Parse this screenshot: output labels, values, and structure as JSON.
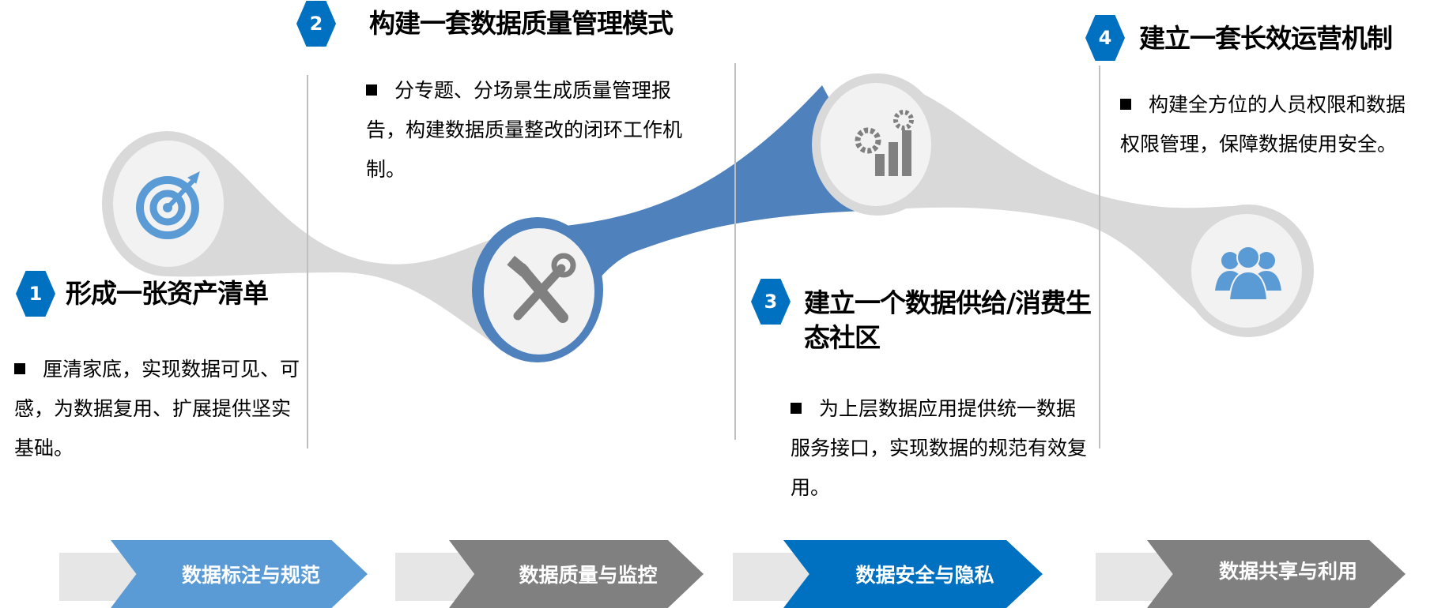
{
  "steps": [
    {
      "num": "1",
      "title": "形成一张资产清单",
      "body": "厘清家底，实现数据可见、可感，为数据复用、扩展提供坚实基础。",
      "icon": "target-icon"
    },
    {
      "num": "2",
      "title": "构建一套数据质量管理模式",
      "body": "分专题、分场景生成质量管理报告，构建数据质量整改的闭环工作机制。",
      "icon": "tools-icon"
    },
    {
      "num": "3",
      "title": "建立一个数据供给/消费生态社区",
      "body": "为上层数据应用提供统一数据服务接口，实现数据的规范有效复用。",
      "icon": "gear-chart-icon"
    },
    {
      "num": "4",
      "title": "建立一套长效运营机制",
      "body": "构建全方位的人员权限和数据权限管理，保障数据使用安全。",
      "icon": "people-icon"
    }
  ],
  "chevrons": [
    {
      "label": "数据标注与规范",
      "color": "#5b9bd5"
    },
    {
      "label": "数据质量与监控",
      "color": "#808080"
    },
    {
      "label": "数据安全与隐私",
      "color": "#0070c0"
    },
    {
      "label": "数据共享与利用",
      "color": "#808080"
    }
  ],
  "colors": {
    "accent": "#0070c0",
    "band_blue": "#4f81bd",
    "band_gray": "#d9d9d9"
  }
}
